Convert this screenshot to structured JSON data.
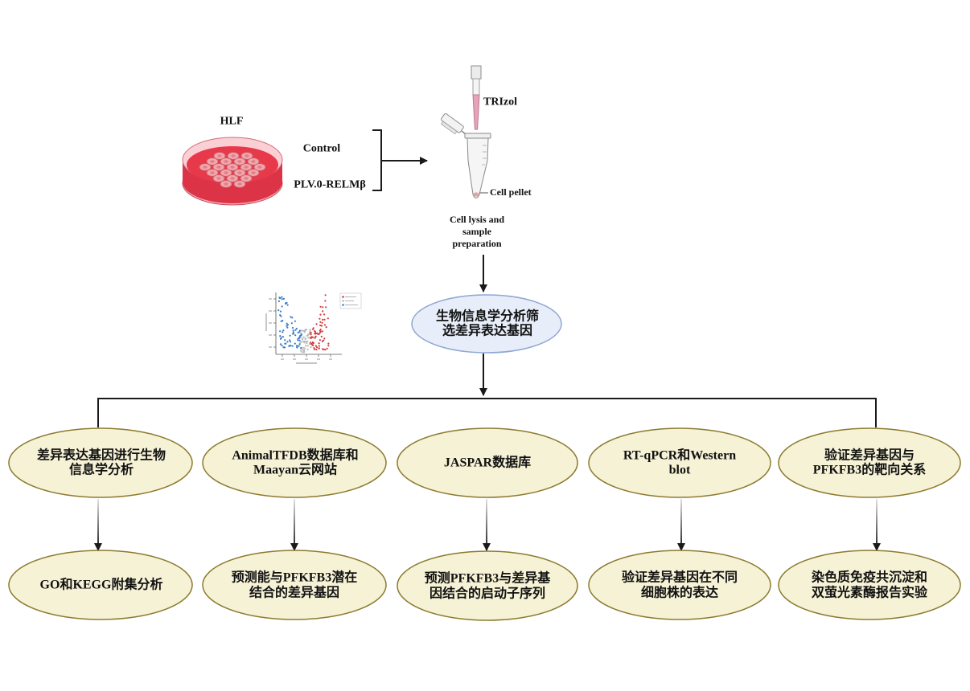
{
  "figure": {
    "sample": {
      "cell_line": "HLF",
      "groups": [
        "Control",
        "PLV.0-RELMβ"
      ]
    },
    "reagent": "TRIzol",
    "tube_label": "Cell pellet",
    "preparation": [
      "Cell lysis and",
      "sample",
      "preparation"
    ],
    "analysis": [
      "生物信息学分析筛",
      "选差异表达基因"
    ],
    "methods": [
      [
        "差异表达基因进行生物",
        "信息学分析"
      ],
      [
        "AnimalTFDB数据库和",
        "Maayan云网站"
      ],
      [
        "JASPAR数据库"
      ],
      [
        "RT-qPCR和Western",
        "blot"
      ],
      [
        "验证差异基因与",
        "PFKFB3的靶向关系"
      ]
    ],
    "results": [
      [
        "GO和KEGG附集分析"
      ],
      [
        "预测能与PFKFB3潜在",
        "结合的差异基因"
      ],
      [
        "预测PFKFB3与差异基",
        "因结合的启动子序列"
      ],
      [
        "验证差异基因在不同",
        "细胞株的表达"
      ],
      [
        "染色质免疫共沉淀和",
        "双萤光素酶报告实验"
      ]
    ]
  },
  "colors": {
    "analysis_fill": "#e7eef9",
    "analysis_stroke": "#8fa7d3",
    "step_fill": "#f6f2d6",
    "step_stroke": "#8c7a2e",
    "connector": "#1a1a1a",
    "connector_faded": "#e2e2e2",
    "dish_rim": "#fbd0d5",
    "dish_medium": "#e8394b",
    "dish_side": "#dd3347",
    "dish_base": "#f2a7b1",
    "cell_fill": "#f3a5aa",
    "cell_stroke": "#c46570",
    "cell_nucleus": "#de7f8a",
    "liquid": "#e7a3ba",
    "pellet": "#dfa89f",
    "plot_red": "#d23b3b",
    "plot_blue": "#3b7cc6",
    "plot_gray": "#b8b8b8"
  },
  "icons": {
    "dish": "petri-dish-icon",
    "pipette": "pipette-icon",
    "tube": "microcentrifuge-tube-icon",
    "volcano": "volcano-plot-icon"
  }
}
